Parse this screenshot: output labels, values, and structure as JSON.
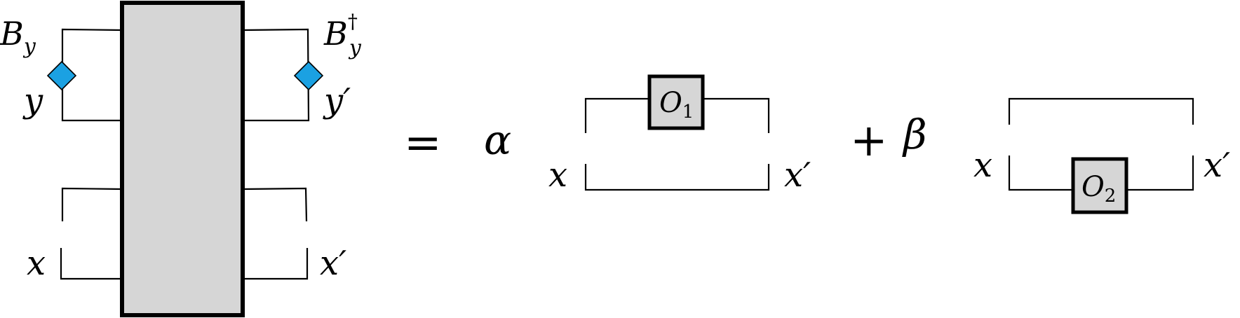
{
  "left_network": {
    "label_B": "B",
    "label_B_sub": "y",
    "label_Bdag": "B",
    "label_Bdag_sup": "†",
    "label_Bdag_sub": "y",
    "label_y": "y",
    "label_yprime": "y′",
    "label_x": "x",
    "label_xprime": "x′"
  },
  "equation": {
    "equals": "=",
    "alpha": "α",
    "plus": "+",
    "beta": "β"
  },
  "term1": {
    "op_letter": "O",
    "op_sub": "1",
    "label_x": "x",
    "label_xprime": "x′"
  },
  "term2": {
    "op_letter": "O",
    "op_sub": "2",
    "label_x": "x",
    "label_xprime": "x′"
  },
  "colors": {
    "diamond_fill": "#1ba1e2",
    "box_fill": "#d6d6d6"
  }
}
